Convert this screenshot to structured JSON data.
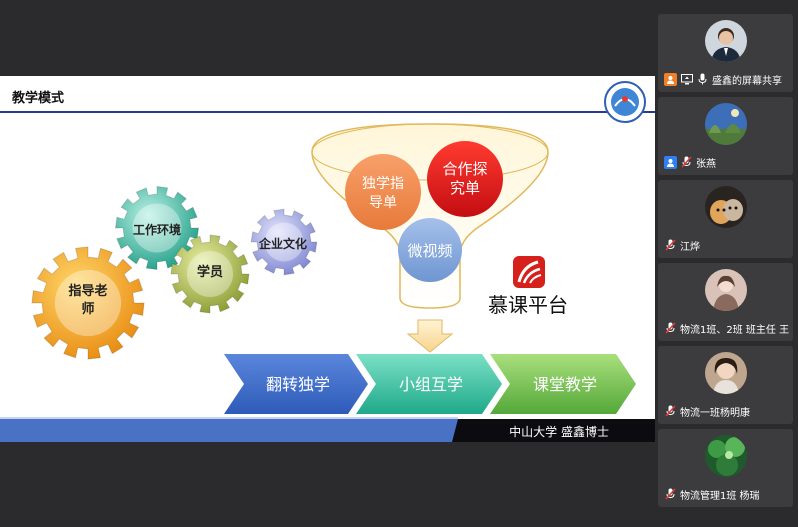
{
  "slide": {
    "title": "教学模式",
    "gears": [
      "指导老师",
      "工作环境",
      "学员",
      "企业文化"
    ],
    "funnel": {
      "circle1": "独学指导单",
      "circle2": "合作探究单",
      "circle3": "微视频"
    },
    "brand": "慕课平台",
    "steps": [
      "翻转独学",
      "小组互学",
      "课堂教学"
    ],
    "footer": "中山大学  盛鑫博士"
  },
  "participants": [
    {
      "name": "盛鑫的屏幕共享",
      "icons": [
        "host-icon",
        "screen-share-icon",
        "mic-icon"
      ]
    },
    {
      "name": "张燕",
      "icons": [
        "user-icon"
      ]
    },
    {
      "name": "江烨",
      "icons": [
        "mic-muted-icon"
      ]
    },
    {
      "name": "物流1班、2班 班主任 王...",
      "icons": [
        "mic-muted-icon"
      ]
    },
    {
      "name": "物流一班杨明康",
      "icons": [
        "mic-muted-icon"
      ]
    },
    {
      "name": "物流管理1班 杨瑞",
      "icons": [
        "mic-muted-icon"
      ]
    }
  ],
  "colors": {
    "accent_blue": "#2f5fb5",
    "host_orange": "#f07f27",
    "gear_orange": "#f0a321",
    "gear_teal": "#26b29a",
    "gear_olive": "#9cac3c",
    "gear_purple": "#8a90d8",
    "circle_red": "#e0141a",
    "circle_orange": "#ee8a4a",
    "circle_blue": "#7aa0d8"
  }
}
